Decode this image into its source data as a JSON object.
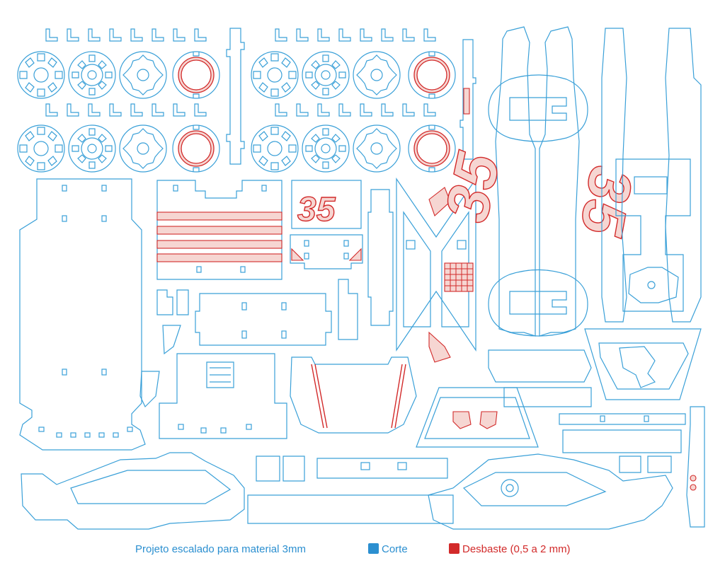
{
  "legend": {
    "note": "Projeto escalado para material 3mm",
    "cut_label": "Corte",
    "engrave_label": "Desbaste (0,5 a 2 mm)",
    "cut_color": "#2b8fd0",
    "engrave_color": "#d22a2a"
  },
  "decals": {
    "number": "35"
  }
}
